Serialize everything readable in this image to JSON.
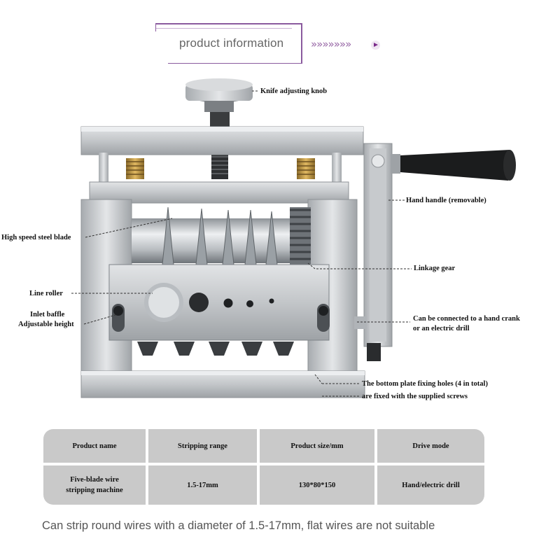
{
  "header": {
    "title": "product information",
    "arrows": "»»»»»»»"
  },
  "callouts": {
    "knob": "Knife adjusting knob",
    "hand_handle": "Hand handle (removable)",
    "blade": "High speed steel blade",
    "gear": "Linkage gear",
    "roller": "Line roller",
    "baffle_line1": "Inlet baffle",
    "baffle_line2": "Adjustable height",
    "crank_line1": "Can be connected to a hand crank",
    "crank_line2": "or an electric drill",
    "bottom_line1": "The bottom plate fixing holes (4 in total)",
    "bottom_line2": "are fixed with the supplied screws"
  },
  "table": {
    "headers": [
      "Product name",
      "Stripping range",
      "Product size/mm",
      "Drive mode"
    ],
    "row": [
      "Five-blade wire stripping machine",
      "1.5-17mm",
      "130*80*150",
      "Hand/electric drill"
    ],
    "row_product_line1": "Five-blade wire",
    "row_product_line2": "stripping machine"
  },
  "footer": "Can strip round wires with a diameter of 1.5-17mm, flat wires are not suitable"
}
